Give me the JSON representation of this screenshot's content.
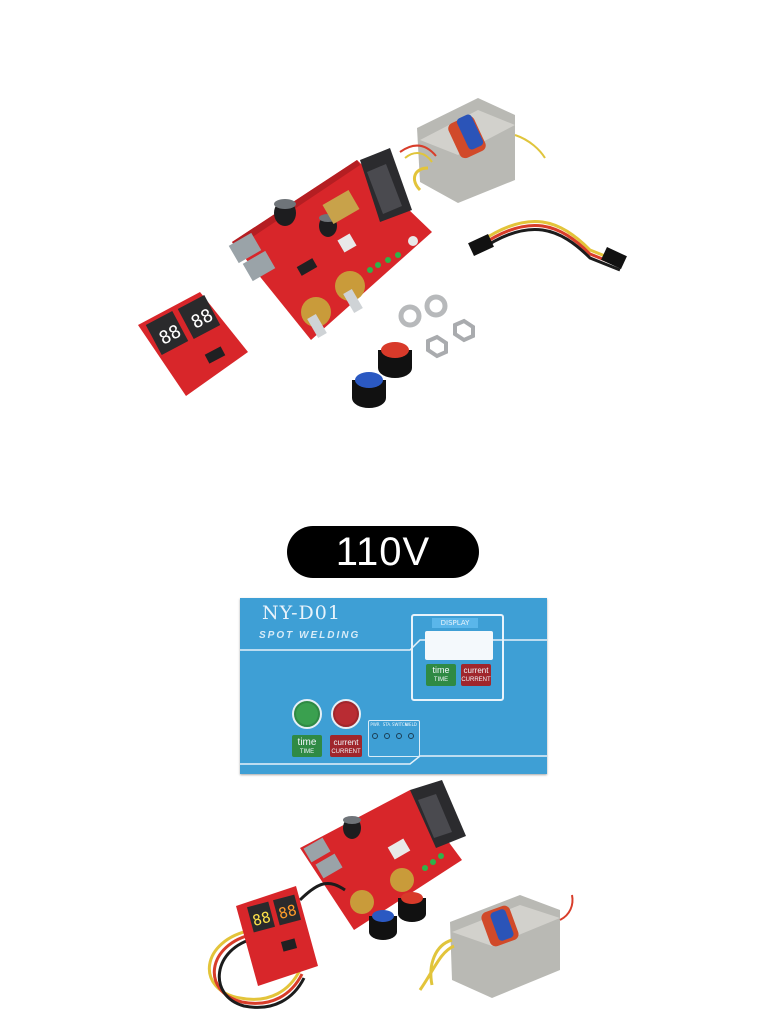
{
  "voltage_badge": "110V",
  "panel": {
    "title": "NY-D01",
    "subtitle": "SPOT WELDING",
    "display_label": "DISPLAY",
    "display_time": "time",
    "display_time_sub": "TIME",
    "display_current": "current",
    "display_current_sub": "CURRENT",
    "knob_time": "time",
    "knob_time_sub": "TIME",
    "knob_current": "current",
    "knob_current_sub": "CURRENT",
    "indicators": [
      "PWR",
      "STA.",
      "SWITCH",
      "WELD"
    ]
  },
  "colors": {
    "panel_blue": "#3e9fd5",
    "pcb_red": "#d8262a",
    "time_green": "#2f8a44",
    "current_red": "#a0262c",
    "badge_black": "#000000"
  }
}
